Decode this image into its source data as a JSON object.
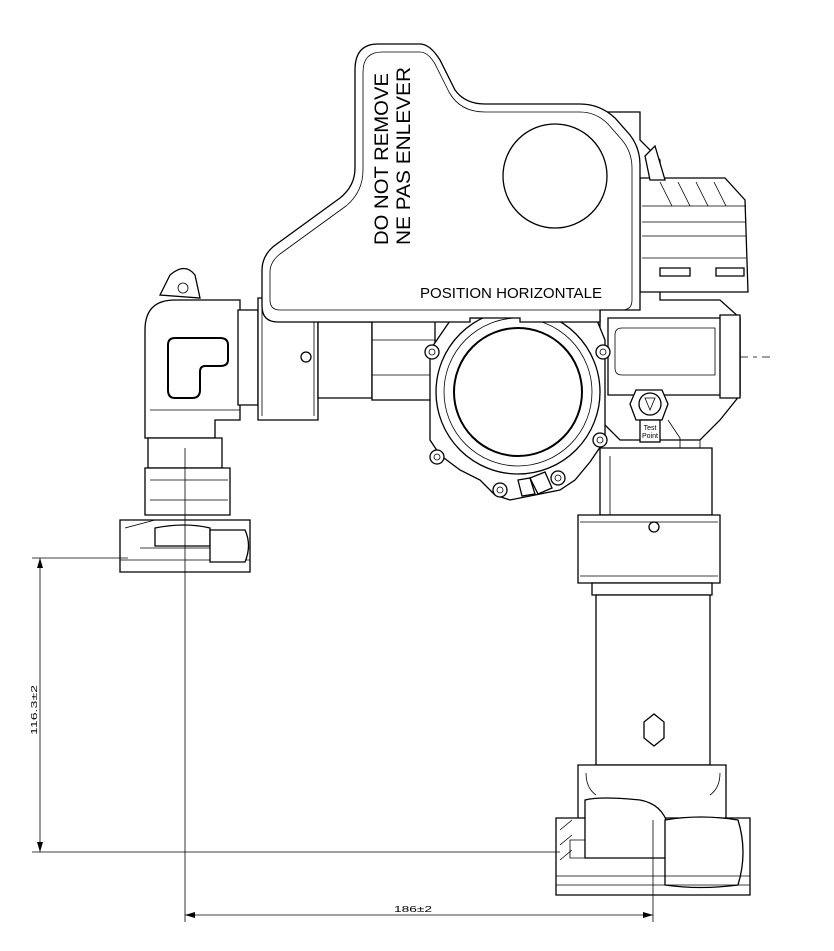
{
  "labels": {
    "warning_line1": "DO NOT REMOVE",
    "warning_line2": "NE PAS ENLEVER",
    "position_label": "POSITION HORIZONTALE",
    "test_point_line1": "Test",
    "test_point_line2": "Point",
    "vertical_dimension": "116.3±2",
    "horizontal_dimension": "186±2"
  }
}
